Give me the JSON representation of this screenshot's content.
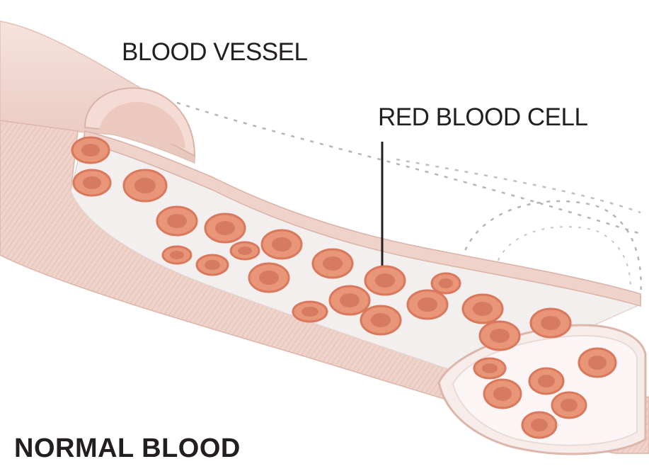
{
  "labels": {
    "blood_vessel": "BLOOD VESSEL",
    "red_blood_cell": "RED BLOOD CELL"
  },
  "caption": "NORMAL BLOOD",
  "colors": {
    "vessel_wall": "#f2d8d0",
    "vessel_wall_shadow": "#e3bcb1",
    "vessel_interior": "#f3efee",
    "cell_fill": "#e89578",
    "cell_rim": "#d9785c",
    "cell_center": "#cf6f58",
    "leader_line": "#231f20",
    "dotted_outline": "#b9b4b2"
  },
  "cell_count": 26
}
